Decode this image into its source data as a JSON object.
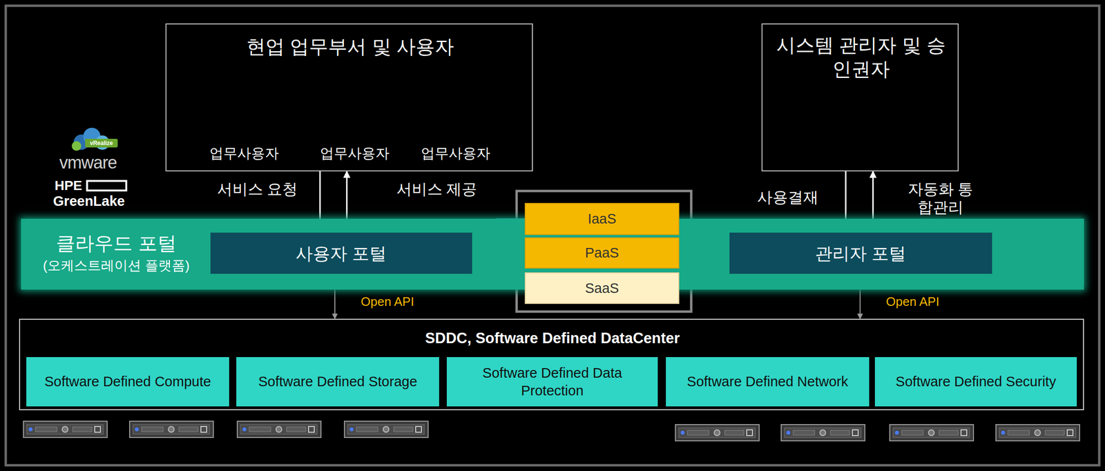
{
  "diagram": {
    "nodes": [
      {
        "text": [
          "현업 업무부서 및 사용자",
          "업무사용자",
          "업무사용자",
          "업무사용자"
        ]
      },
      {
        "text": [
          "시스템 관리자 및 승인권자"
        ]
      },
      {
        "text": [
          "클라우드 포털",
          "(오케스트레이션 플랫폼)"
        ]
      },
      {
        "text": [
          "사용자 포털"
        ],
        "in": 2
      },
      {
        "text": [
          "관리자 포털"
        ],
        "in": 2
      },
      {
        "text": [
          "IaaS"
        ]
      },
      {
        "text": [
          "PaaS"
        ]
      },
      {
        "text": [
          "SaaS"
        ]
      },
      {
        "text": [
          "SDDC, Software Defined DataCenter"
        ]
      },
      {
        "text": [
          "Software Defined Compute"
        ],
        "in": 8
      },
      {
        "text": [
          "Software Defined Storage"
        ],
        "in": 8
      },
      {
        "text": [
          "Software Defined Data Protection"
        ],
        "in": 8
      },
      {
        "text": [
          "Software Defined Network"
        ],
        "in": 8
      },
      {
        "text": [
          "Software Defined Security"
        ],
        "in": 8
      }
    ],
    "edges": [
      {
        "from": 0,
        "to": 3,
        "arrow": "to",
        "label": "서비스 요청"
      },
      {
        "from": 3,
        "to": 0,
        "arrow": "to",
        "label": "서비스 제공"
      },
      {
        "from": 1,
        "to": 4,
        "arrow": "to",
        "label": "사용결재"
      },
      {
        "from": 4,
        "to": 1,
        "arrow": "to",
        "label": "자동화 통합관리"
      },
      {
        "from": 3,
        "to": 8,
        "arrow": "both",
        "label": "Open API"
      },
      {
        "from": 4,
        "to": 8,
        "arrow": "both",
        "label": "Open API"
      }
    ],
    "labels": [
      "vRealize",
      "vmware",
      "HPE",
      "GreenLake"
    ]
  }
}
